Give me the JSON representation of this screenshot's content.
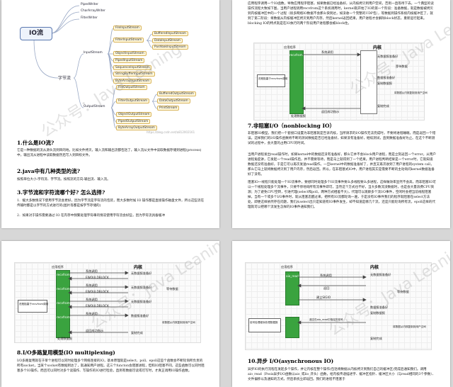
{
  "mindmap": {
    "root": "IO流",
    "top_items": [
      "PipedWriter",
      "CharArrayWriter",
      "FilterWriter"
    ],
    "byte_stream": "字节流",
    "input_stream": "InputStream",
    "output_stream": "OutputStream",
    "input_children": [
      "FileInputStream",
      "FilterInputStream",
      "ObjectInputStream",
      "PipedInputStream",
      "SequenceInputStream",
      "StringBufferInputStream",
      "ByteArrayInputStream"
    ],
    "filter_input_children": [
      "BufferedInputStream",
      "DataInputStream",
      "PushbakInputStream"
    ],
    "output_children": [
      "FileOutputStream",
      "FilterOutputStream",
      "ObjectOutputStream",
      "PipedOutputStream",
      "ByteArrayOutputStream"
    ],
    "filter_output_children": [
      "BufferedOutputStream",
      "DataOutputStream",
      "PrintStream"
    ],
    "credit": "https://blog.csdn.net/a812002161"
  },
  "page1": {
    "h1": "1.什么是IO流?",
    "p1": "它是一种数据的流从源头流到目的地。比如文件拷贝，输入流和输出流都包括了。输入流从文件中读取数据存储到进程(process)中，输出流从进程中读取数据然后写入到目标文件。",
    "h2": "2.java中有几种类型的流?",
    "p2": "按照单位大小:字符流、字节流。按照流的方向:输出流、输入流。",
    "h3": "3.字节流和字符流哪个好? 怎么选择?",
    "p3": "1．缓大多数情况下使用字节流会更好，因为字节流是字符流的包装，而大多数时候 IO 操作都是直接操作磁盘文件，所以这些流在传输时都是以字节的方式进行的(图片等都是按字节存储的)",
    "p4": "2．如果对于操作需要通过 IO 在内存中频繁处理字符串的情况使用字符流会好些，因为字符流具备缓冲"
  },
  "page2": {
    "top_text": "应用程序调用一个IO函数，导致应用程序阻塞，如果数据已经准备好，从内核拷贝到用户空间，否则一直等待下去。一个典型的读操作流程大致如下图，当用户进程调用recvfrom这个系统调用时，kernel就开始了IO的第一个阶段：准备数据，就是数据被拷贝到内核缓冲区中的一个过程（很多网络IO数据不会那么快到达，如没收一个完整的UDP包），等数据到操作系统内核缓冲区了，就到了第二阶段：将数据从内核缓冲区拷贝到用户内存，然后kernel返回结果，用户进程才会解除block状态，重新运行起来。blocking IO的特点就是在IO执行的两个阶段用户进程都会被block住。",
    "h7": "7.非阻塞I/O（nonblocking IO）",
    "p7a": "非阻塞IO模型，我们把一个套接口设置为非阻塞就是告诉内核，当所请求的I/O操作无法完成时，不要将进程睡眠，而是返回一个错误。这样我们的I/O操作函数将不断的测试数据是否已经准备好，如果没有准备好，继续测试，直到数据准备好为止。在这个不断测试的过程中，会大量的占用CPU的时间。",
    "p7b": "当用户进程发出read操作时，如果kernel中的数据还没有准备好，那么它并不会block用户进程，而是立刻返回一个error。从用户进程角度讲，它发起一个read操作后，并不需要等待，而是马上就得到了一个结果。用户进程判断结果是一个error时，它就知道数据还没有准备好，于是它可以再次发送read操作。一旦kernel中的数据准备好了，并且又再次收到了用户进程的system call，那么它马上就将数据拷贝到了用户内存，然后返回。所以，在非阻塞式IO中，用户进程其实是需要不断的主动询问kernel数据准备好了没有。",
    "p7c": "阻塞IO一线程只能处理一个IO流事件，要想同时处理多个IO流事件要么多线程要么多进程，这样做效率显然不会高，而非阻塞IO可以一个线程处理多个流事件，只要不停地询所有流事件即可，当然这个方式也不好，当大多数流没数据时，也是会大量浪费CPU资源；为了避免CPU空转，引进代理(select和poll，两种方式相差不大)，代理可以观察多个流I/O事件，空闲时会把当前线程阻塞掉，当有一个或多个I/O事件时，就从阻塞态醒过来，把所有IO流都轮询一遍，于是没有IO事件我们的程序就阻塞在select方法处，即便这样依然存在问题，我们从select出只是知道有IO事件发生，却不知道是哪几个流，还是只能轮询所有流，epoll这样的代理就可以把哪个流发生怎样的IO事件通知我们。"
  },
  "page3": {
    "h8": "8.I/O多路复用模型(IO multiplexing)",
    "p8": "I/O多路复用就在于单个进程可以同时处理多个网络连接的IO，基本原理就是select、poll、epoll这些个函数会不断轮询所负责的所有socket，当某个socket有数据到达了，就通知用户进程。这三个functon会阻塞进程，但和IO阻塞不同，这些函数可以同时阻塞多个IO操作，而且可以同时对多个读操作、写操作的IO进行检验，直到有数据可读或可写时，才真正调用IO操作函数。"
  },
  "page4": {
    "h10": "10.异步 I/O(asynchronous IO)",
    "p10": "异步IO的执行流程在发起多个操作，并让内核在整个操作(包括将数据从内核拷贝到我们自己的缓冲区)完成后通知我们。调用aio_read（Posix异步I/O函数以aio_或lio_开头）函数，给内核传递描述字、缓冲区指针、缓冲区大小（与read相同的3个参数）、文件偏移以及通知的方式，然后系统立即返回。我们的进程不阻塞于"
  },
  "diagrams": {
    "kernel": "内核",
    "app": "应用程序",
    "recvfrom": "recvfrom",
    "syscall": "系统调用",
    "no_data": "无数据报准备好",
    "wait_data": "等待数据",
    "data_ready": "数据报准备好",
    "copy_data": "复制数据报",
    "copy_kernel_user": "将数据从内核复制到用户空间",
    "copy_done": "复制完成",
    "return_ok": "返回成功指示",
    "process_data": "处理数据报",
    "blocked": "进程阻塞于recvfrom调用",
    "ewouldblock": "EWOULDBLOCK",
    "return": "返回",
    "sigio": "建立SIGIO",
    "async_call": "aio_read",
    "deliver": "递交在aio_read中指定的信号",
    "handler": "信号处理程序处理数据报",
    "watermark": "公众号：Java Leaning"
  }
}
